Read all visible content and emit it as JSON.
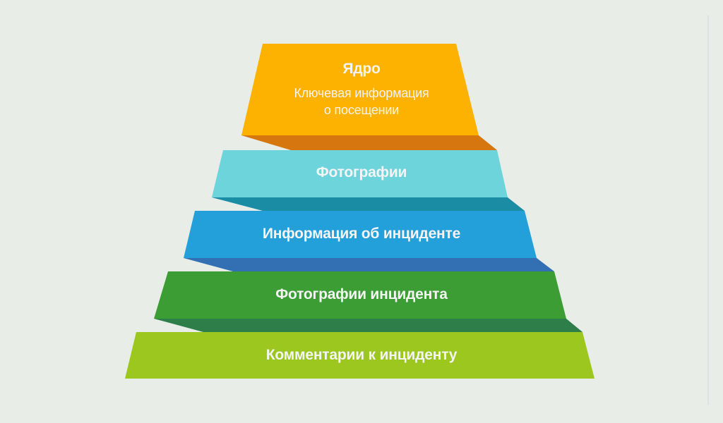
{
  "diagram": {
    "type": "layered-pyramid",
    "tiers": [
      {
        "title": "Ядро",
        "subtitle_line1": "Ключевая информация",
        "subtitle_line2": "о посещении",
        "color": "#FDB100",
        "shadow_color": "#D5760F"
      },
      {
        "title": "Фотографии",
        "color": "#6DD4DB",
        "shadow_color": "#1A8DA5"
      },
      {
        "title": "Информация об инциденте",
        "color": "#239FDA",
        "shadow_color": "#3370B3"
      },
      {
        "title": "Фотографии инцидента",
        "color": "#3D9D35",
        "shadow_color": "#2E7E4A"
      },
      {
        "title": "Комментарии к инциденту",
        "color": "#9BC71F"
      }
    ]
  }
}
